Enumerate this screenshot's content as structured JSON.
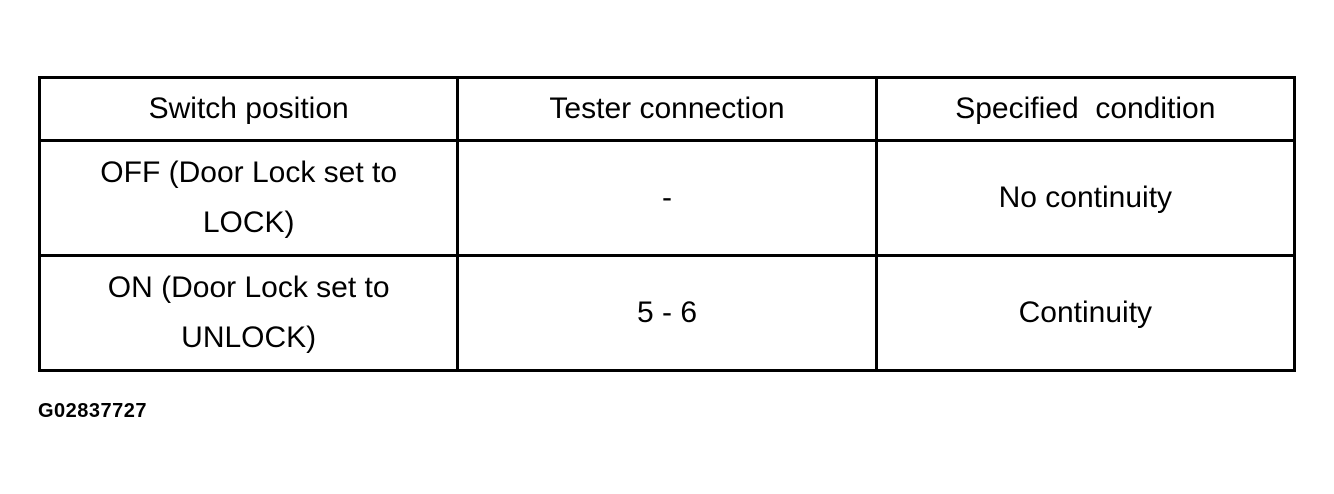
{
  "table": {
    "headers": [
      "Switch position",
      "Tester connection",
      "Specified  condition"
    ],
    "rows": [
      {
        "switch_position_line1": "OFF (Door Lock set to",
        "switch_position_line2": "LOCK)",
        "tester_connection": "-",
        "specified_condition": "No continuity"
      },
      {
        "switch_position_line1": "ON (Door Lock set to",
        "switch_position_line2": "UNLOCK)",
        "tester_connection": "5 - 6",
        "specified_condition": "Continuity"
      }
    ]
  },
  "figure_id": "G02837727"
}
